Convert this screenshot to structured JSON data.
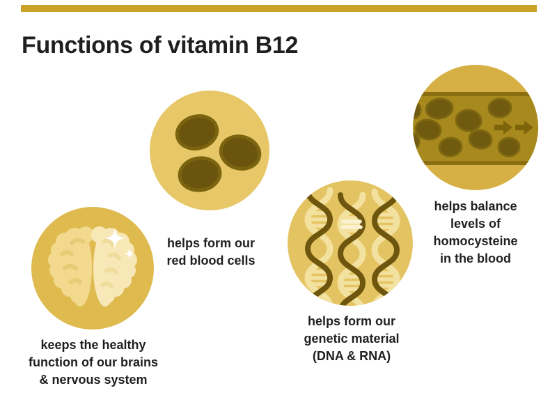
{
  "page": {
    "title": "Functions of vitamin B12"
  },
  "colors": {
    "bg": "#ffffff",
    "ink": "#1f1f1f",
    "bar": "#c9a227",
    "c1": "#e7c768",
    "cell-fill": "#6b540d",
    "cell-ring": "#7b640f",
    "c2": "#d7b045",
    "band": "#a8891d",
    "band-line": "#8b6e12",
    "vcell": "#6f5a10",
    "vcell-ring": "#7d6711",
    "arrow": "#7d6309",
    "c3": "#e4c462",
    "dna-dark": "#6e560e",
    "dna-light": "#f3e1a0",
    "dna-bright": "#fbf2d2",
    "c4": "#deba4f",
    "hemi-l": "#f2d98d",
    "hemi-r": "#f8e8b8",
    "sq-l": "#e7cb77",
    "sq-r": "#f0dc9c",
    "sparkle": "#ffffff"
  },
  "items": [
    {
      "id": "red-blood-cells",
      "icon": "red-blood-cells-icon",
      "caption": {
        "lines": [
          "helps form our",
          "red blood cells"
        ]
      }
    },
    {
      "id": "homocysteine",
      "icon": "blood-vessel-icon",
      "caption": {
        "lines": [
          "helps balance",
          "levels of",
          "homocysteine",
          "in the blood"
        ]
      }
    },
    {
      "id": "genetic-material",
      "icon": "dna-icon",
      "caption": {
        "lines": [
          "helps form our",
          "genetic material",
          "(DNA & RNA)"
        ]
      }
    },
    {
      "id": "brain-nervous-system",
      "icon": "brain-icon",
      "caption": {
        "lines": [
          "keeps the healthy",
          "function of our brains",
          "& nervous system"
        ]
      }
    }
  ]
}
